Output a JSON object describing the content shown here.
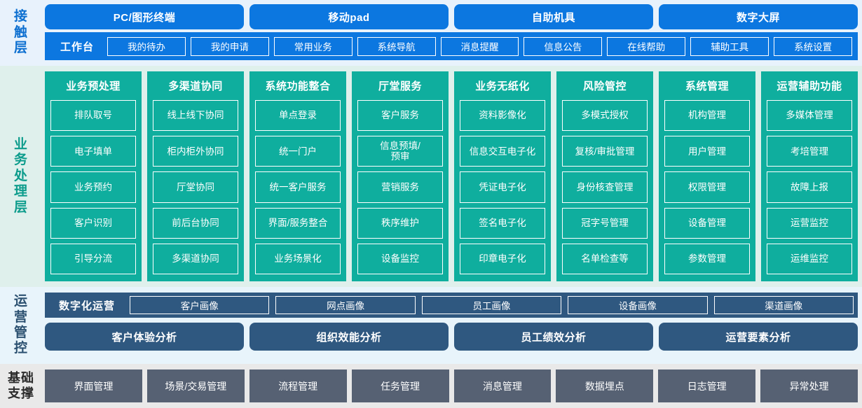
{
  "layers": {
    "contact": {
      "label": "接触层",
      "label_chars": [
        "接",
        "触",
        "层"
      ],
      "channels": [
        "PC/图形终端",
        "移动pad",
        "自助机具",
        "数字大屏"
      ],
      "workbench_title": "工作台",
      "workbench_items": [
        "我的待办",
        "我的申请",
        "常用业务",
        "系统导航",
        "消息提醒",
        "信息公告",
        "在线帮助",
        "辅助工具",
        "系统设置"
      ]
    },
    "business": {
      "label": "业务处理层",
      "label_chars": [
        "业",
        "务",
        "处",
        "理",
        "层"
      ],
      "columns": [
        {
          "title": "业务预处理",
          "items": [
            "排队取号",
            "电子填单",
            "业务预约",
            "客户识别",
            "引导分流"
          ]
        },
        {
          "title": "多渠道协同",
          "items": [
            "线上线下协同",
            "柜内柜外协同",
            "厅堂协同",
            "前后台协同",
            "多渠道协同"
          ]
        },
        {
          "title": "系统功能整合",
          "items": [
            "单点登录",
            "统一门户",
            "统一客户服务",
            "界面/服务整合",
            "业务场景化"
          ]
        },
        {
          "title": "厅堂服务",
          "items": [
            "客户服务",
            "信息预填/\n预审",
            "营销服务",
            "秩序维护",
            "设备监控"
          ]
        },
        {
          "title": "业务无纸化",
          "items": [
            "资料影像化",
            "信息交互电子化",
            "凭证电子化",
            "签名电子化",
            "印章电子化"
          ]
        },
        {
          "title": "风险管控",
          "items": [
            "多模式授权",
            "复核/审批管理",
            "身份核查管理",
            "冠字号管理",
            "名单检查等"
          ]
        },
        {
          "title": "系统管理",
          "items": [
            "机构管理",
            "用户管理",
            "权限管理",
            "设备管理",
            "参数管理"
          ]
        },
        {
          "title": "运营辅助功能",
          "items": [
            "多媒体管理",
            "考培管理",
            "故障上报",
            "运营监控",
            "运维监控"
          ]
        }
      ]
    },
    "operations": {
      "label": "运营管控",
      "label_chars": [
        "运",
        "营",
        "管",
        "控"
      ],
      "digital_title": "数字化运营",
      "portraits": [
        "客户画像",
        "网点画像",
        "员工画像",
        "设备画像",
        "渠道画像"
      ],
      "analyses": [
        "客户体验分析",
        "组织效能分析",
        "员工绩效分析",
        "运营要素分析"
      ]
    },
    "base": {
      "label": "基础支撑",
      "label_lines": [
        "基础",
        "支撑"
      ],
      "items": [
        "界面管理",
        "场景/交易管理",
        "流程管理",
        "任务管理",
        "消息管理",
        "数据埋点",
        "日志管理",
        "异常处理"
      ]
    }
  },
  "colors": {
    "contact_blue": "#0c77e0",
    "contact_bg": "#e8f2fc",
    "business_teal": "#0fae9e",
    "business_bg": "#dff0ec",
    "ops_slate": "#2f5880",
    "ops_bg": "#e8f4fb",
    "base_gray": "#566173",
    "base_bg": "#e9e9e9"
  }
}
